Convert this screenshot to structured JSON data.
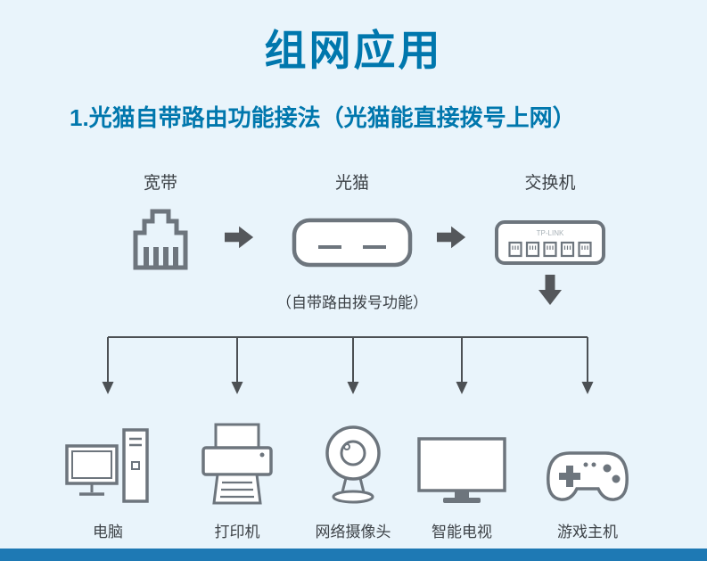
{
  "page": {
    "title": "组网应用",
    "section_heading": "1.光猫自带路由功能接法（光猫能直接拨号上网）"
  },
  "topology": {
    "source": {
      "label": "宽带"
    },
    "modem": {
      "label": "光猫",
      "note": "（自带路由拨号功能）"
    },
    "switch": {
      "label": "交换机",
      "brand": "TP-LINK"
    },
    "devices": [
      {
        "label": "电脑"
      },
      {
        "label": "打印机"
      },
      {
        "label": "网络摄像头"
      },
      {
        "label": "智能电视"
      },
      {
        "label": "游戏主机"
      }
    ]
  },
  "colors": {
    "accent": "#0077ad",
    "background": "#e9f4fb",
    "icon_gray": "#6d757d",
    "arrow_gray": "#54575b",
    "text_gray": "#3d4247",
    "footer_bar": "#1e79b4"
  }
}
